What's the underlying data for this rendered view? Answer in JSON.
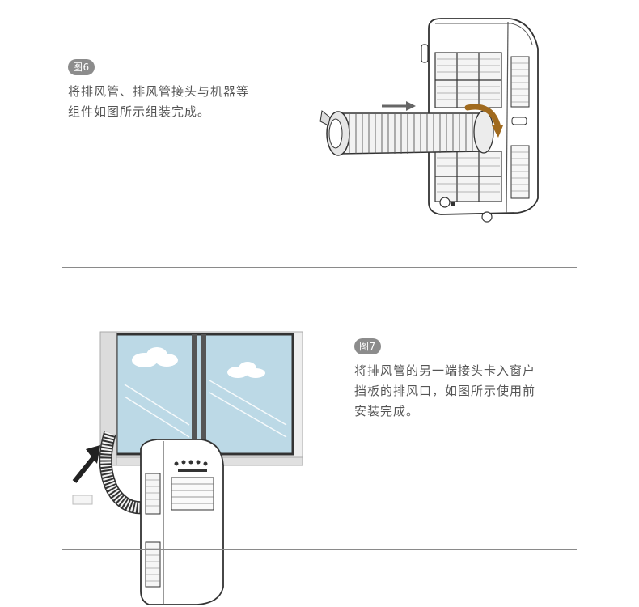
{
  "steps": [
    {
      "badge": "图6",
      "lines": [
        "将排风管、排风管接头与机器等",
        "组件如图所示组装完成。"
      ]
    },
    {
      "badge": "图7",
      "lines": [
        "将排风管的另一端接头卡入窗户",
        "挡板的排风口，如图所示使用前",
        "安装完成。"
      ]
    }
  ],
  "colors": {
    "badge_bg": "#8c8c8c",
    "divider": "#8a8a8a",
    "arrow": "#a06a1e",
    "sky": "#bcd9e6"
  }
}
